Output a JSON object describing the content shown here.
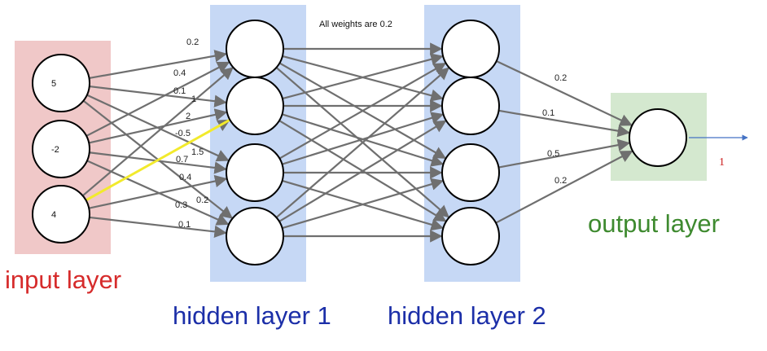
{
  "labels": {
    "input_layer": "input layer",
    "hidden_layer_1": "hidden layer 1",
    "hidden_layer_2": "hidden layer 2",
    "output_layer": "output layer",
    "note": "All weights are 0.2",
    "output_value": "1"
  },
  "inputs": [
    "5",
    "-2",
    "4"
  ],
  "input_to_hidden1_weights": [
    "0.2",
    "0.4",
    "0.1",
    "1",
    "2",
    "-0.5",
    "1.5",
    "0.7",
    "0.4",
    "0.3",
    "0.2",
    "0.1"
  ],
  "hidden2_to_output_weights": [
    "0.2",
    "0.1",
    "0.5",
    "0.2"
  ],
  "colors": {
    "input_band": "#f0c8c8",
    "hidden_band": "#c6d8f5",
    "output_band": "#d4e8cf",
    "input_label": "#d62b2b",
    "hidden_label": "#1c2fa8",
    "output_label": "#3e8a2f",
    "output_value": "#cc1f1f",
    "highlight_edge": "#f2ea2c",
    "output_arrow": "#4472c4"
  }
}
